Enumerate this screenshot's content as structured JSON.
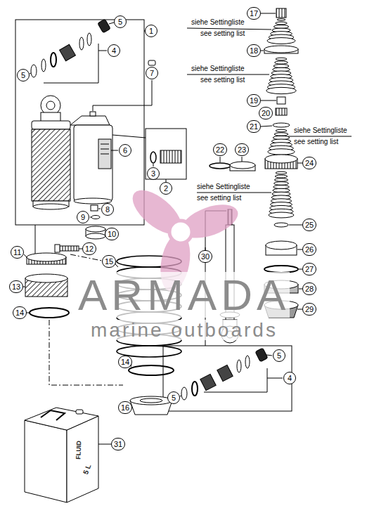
{
  "diagram": {
    "labels": [
      "1",
      "5",
      "4",
      "5",
      "7",
      "6",
      "3",
      "2",
      "8",
      "9",
      "10",
      "11",
      "12",
      "13",
      "14",
      "15",
      "14",
      "16",
      "17",
      "siehe Settingliste",
      "see setting list",
      "18",
      "siehe Settingliste",
      "see setting list",
      "19",
      "20",
      "21",
      "siehe Settingliste",
      "see setting list",
      "22",
      "23",
      "24",
      "siehe Settingliste",
      "see setting list",
      "25",
      "26",
      "27",
      "28",
      "29",
      "30",
      "5",
      "4",
      "5",
      "31",
      "FLUID",
      "5 L",
      "ARMADA",
      "marine outboards"
    ]
  }
}
